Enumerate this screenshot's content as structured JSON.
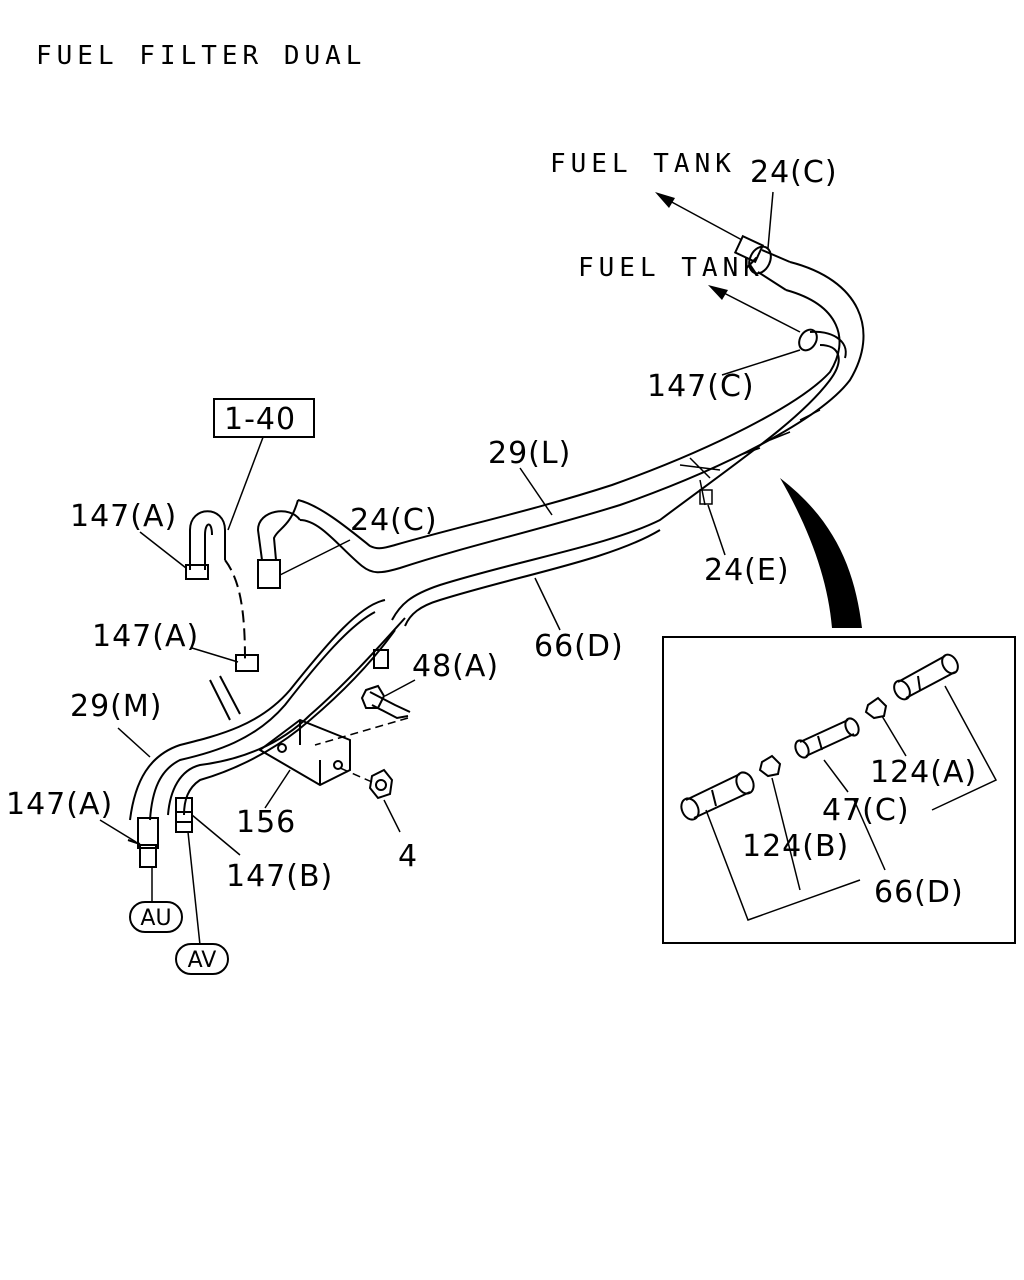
{
  "title": "FUEL FILTER DUAL",
  "destinations": {
    "fuel_tank_upper": "FUEL TANK",
    "fuel_tank_lower": "FUEL TANK"
  },
  "reference_box": "1-40",
  "connectors": {
    "au": "AU",
    "av": "AV"
  },
  "callouts": {
    "p24c_top": "24(C)",
    "p147c": "147(C)",
    "p29l": "29(L)",
    "p24e": "24(E)",
    "p66d": "66(D)",
    "p147a_upper": "147(A)",
    "p24c_left": "24(C)",
    "p147a_middle": "147(A)",
    "p48a": "48(A)",
    "p29m": "29(M)",
    "p147a_lower": "147(A)",
    "p156": "156",
    "p4": "4",
    "p147b": "147(B)"
  },
  "detail_callouts": {
    "p124a": "124(A)",
    "p47c": "47(C)",
    "p124b": "124(B)",
    "p66d": "66(D)"
  }
}
